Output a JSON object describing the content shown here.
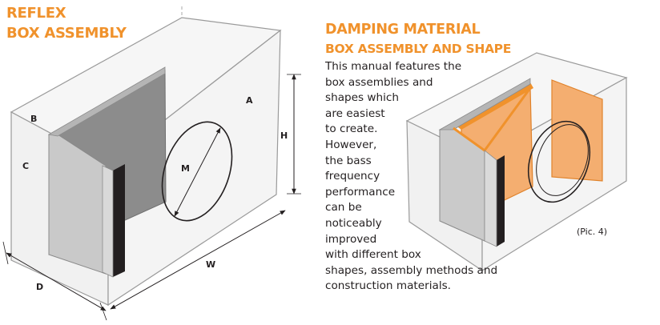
{
  "left_section": {
    "title_line1": "REFLEX",
    "title_line2": "BOX ASSEMBLY",
    "labels": {
      "a": "A",
      "b": "B",
      "c": "C",
      "h": "H",
      "m": "M",
      "w": "W",
      "d": "D"
    }
  },
  "right_section": {
    "title": "DAMPING MATERIAL",
    "subtitle": "BOX ASSEMBLY AND SHAPE",
    "body_lines": [
      "This manual features the",
      "box assemblies and",
      "shapes which",
      "are easiest",
      "to create.",
      "However,",
      "the bass",
      "frequency",
      "performance",
      "can be",
      "noticeably",
      "improved",
      "with different box",
      "shapes, assembly methods and",
      "construction materials."
    ],
    "figure_caption": "(Pic. 4)"
  },
  "colors": {
    "accent": "#f0922c",
    "damping_fill": "#f4ae70",
    "panel_gray": "#8c8c8c",
    "panel_light": "#c9c9c9",
    "box_edge": "#9a9a9a",
    "text": "#231f20"
  }
}
